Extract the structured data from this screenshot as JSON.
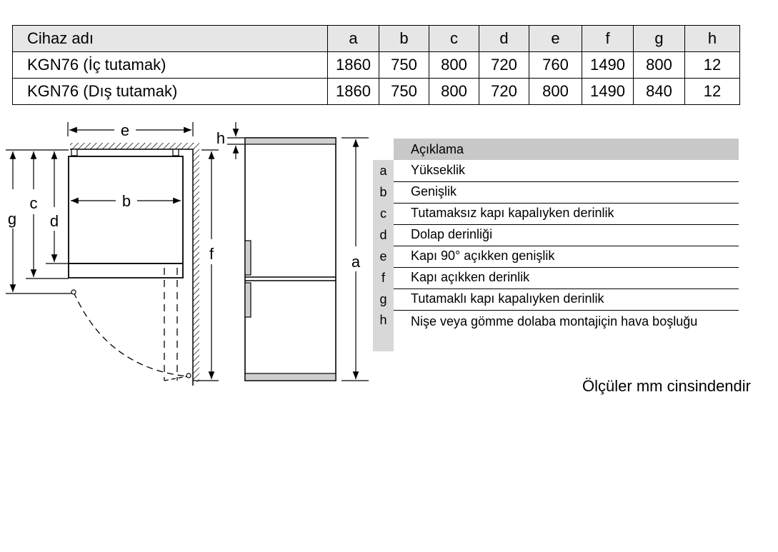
{
  "table": {
    "headers": [
      "Cihaz adı",
      "a",
      "b",
      "c",
      "d",
      "e",
      "f",
      "g",
      "h"
    ],
    "rows": [
      [
        "KGN76 (İç tutamak)",
        "1860",
        "750",
        "800",
        "720",
        "760",
        "1490",
        "800",
        "12"
      ],
      [
        "KGN76 (Dış tutamak)",
        "1860",
        "750",
        "800",
        "720",
        "800",
        "1490",
        "840",
        "12"
      ]
    ]
  },
  "drawing": {
    "labels": {
      "e": "e",
      "b": "b",
      "c": "c",
      "d": "d",
      "g": "g",
      "f": "f",
      "h": "h",
      "a": "a"
    }
  },
  "legend": {
    "header": "Açıklama",
    "items": [
      {
        "letter": "a",
        "text": "Yükseklik"
      },
      {
        "letter": "b",
        "text": "Genişlik"
      },
      {
        "letter": "c",
        "text": "Tutamaksız kapı kapalıyken derinlik"
      },
      {
        "letter": "d",
        "text": "Dolap derinliği"
      },
      {
        "letter": "e",
        "text": "Kapı 90° açıkken genişlik"
      },
      {
        "letter": "f",
        "text": "Kapı açıkken derinlik"
      },
      {
        "letter": "g",
        "text": "Tutamaklı kapı kapalıyken derinlik"
      },
      {
        "letter": "h",
        "text_line1": "Nişe veya gömme dolaba montaj",
        "text_line2": "için hava boşluğu"
      }
    ]
  },
  "note": "Ölçüler mm cinsindendir"
}
